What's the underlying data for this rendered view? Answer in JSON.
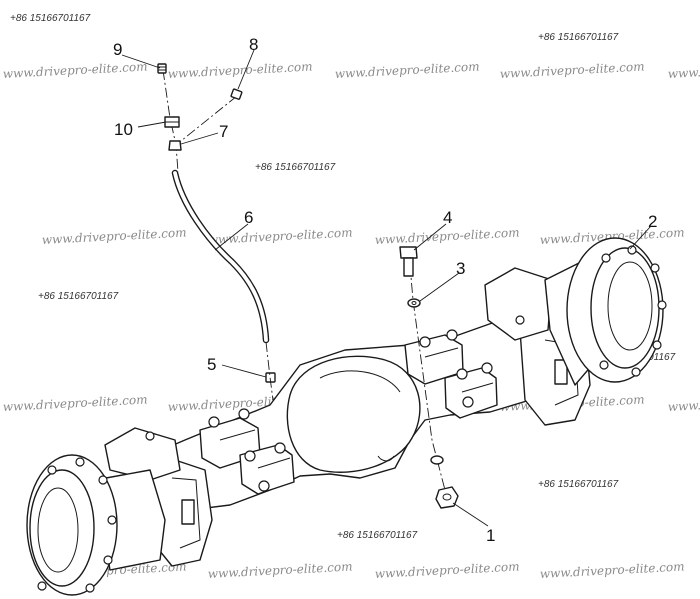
{
  "callouts": [
    "1",
    "2",
    "3",
    "4",
    "5",
    "6",
    "7",
    "8",
    "9",
    "10"
  ],
  "watermark": {
    "url": "www.drivepro-elite.com",
    "phone": "+86 15166701167"
  },
  "colors": {
    "line": "#1a1a1a",
    "watermark_url": "#8a8a8a",
    "watermark_phone": "#333333"
  }
}
